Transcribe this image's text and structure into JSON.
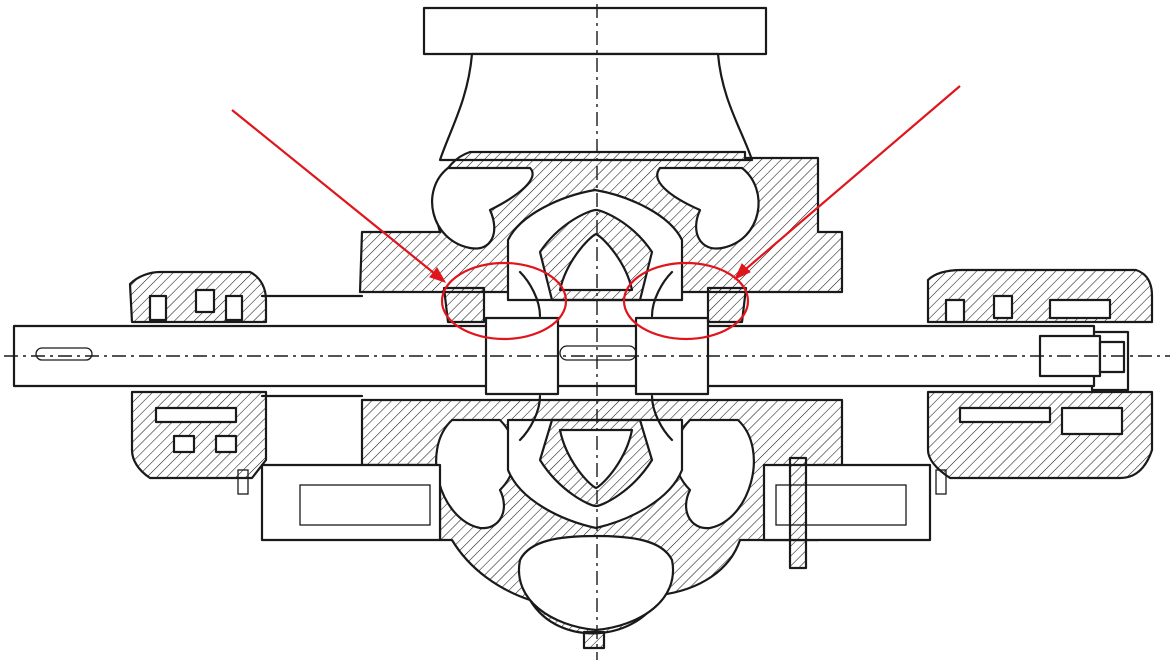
{
  "colors": {
    "ink": "#1a1a1a",
    "highlight": "#e0141b",
    "background": "#ffffff"
  },
  "elements": {
    "drawing": "pump-cross-section",
    "highlights": [
      "left-wear-ring-highlight",
      "right-wear-ring-highlight"
    ],
    "arrows": [
      "left-red-arrow",
      "right-red-arrow"
    ]
  }
}
